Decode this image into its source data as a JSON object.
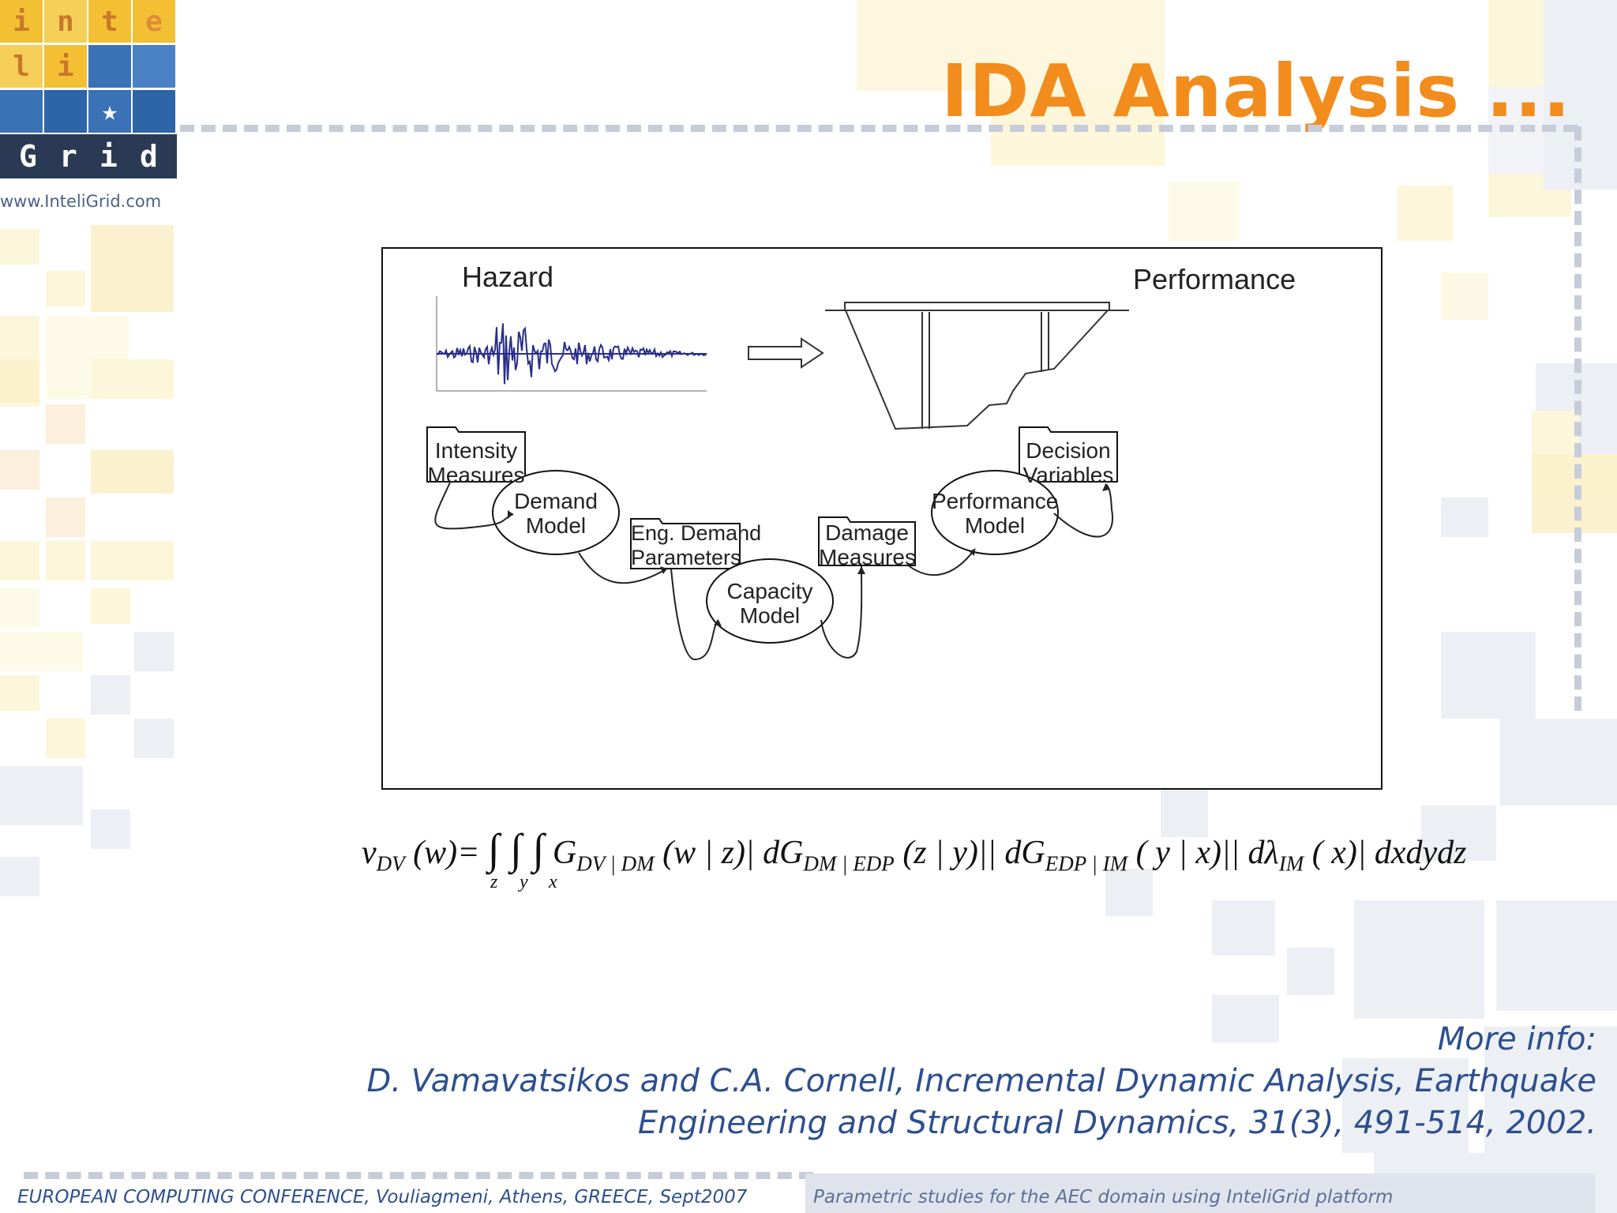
{
  "logo": {
    "letters": [
      "i",
      "n",
      "t",
      "e",
      "l",
      "i"
    ],
    "star": "star-icon",
    "bar_letters": [
      "G",
      "r",
      "i",
      "d"
    ],
    "url": "www.InteliGrid.com"
  },
  "slide": {
    "title": "IDA Analysis ..."
  },
  "figure": {
    "hazard_label": "Hazard",
    "performance_label": "Performance",
    "nodes": {
      "intensity_measures": [
        "Intensity",
        "Measures"
      ],
      "demand_model": [
        "Demand",
        "Model"
      ],
      "eng_demand_parameters": [
        "Eng. Demand",
        "Parameters"
      ],
      "capacity_model": [
        "Capacity",
        "Model"
      ],
      "damage_measures": [
        "Damage",
        "Measures"
      ],
      "performance_model": [
        "Performance",
        "Model"
      ],
      "decision_variables": [
        "Decision",
        "Variables"
      ]
    }
  },
  "formula": {
    "v": "v",
    "sub_dv": "DV",
    "arg_w": "(w)=",
    "int": "∫ ∫ ∫",
    "g": " G",
    "sub_dvdm": "DV | DM",
    "p1": "(w | z)| dG",
    "sub_dmedp": "DM | EDP",
    "p2": "(z | y)|| dG",
    "sub_edpim": "EDP | IM",
    "p3": "( y | x)|| dλ",
    "sub_im": "IM",
    "p4": "( x)| dxdydz",
    "lim_z": "z",
    "lim_y": "y",
    "lim_x": "x"
  },
  "more_info": {
    "heading": "More info:",
    "line1": "D. Vamavatsikos and C.A. Cornell, Incremental Dynamic Analysis, Earthquake",
    "line2": "Engineering and Structural Dynamics, 31(3), 491-514, 2002."
  },
  "footer": {
    "left": "EUROPEAN COMPUTING CONFERENCE, Vouliagmeni, Athens, GREECE, Sept2007",
    "right": "Parametric studies for the AEC domain using InteliGrid platform"
  },
  "colors": {
    "title": "#f28c1c",
    "link_text": "#2d4f8e",
    "logo_dark": "#2a3a55",
    "logo_blue": "#3a72b5",
    "logo_yellow": "#f3c033",
    "wave": "#2a2e8a"
  }
}
